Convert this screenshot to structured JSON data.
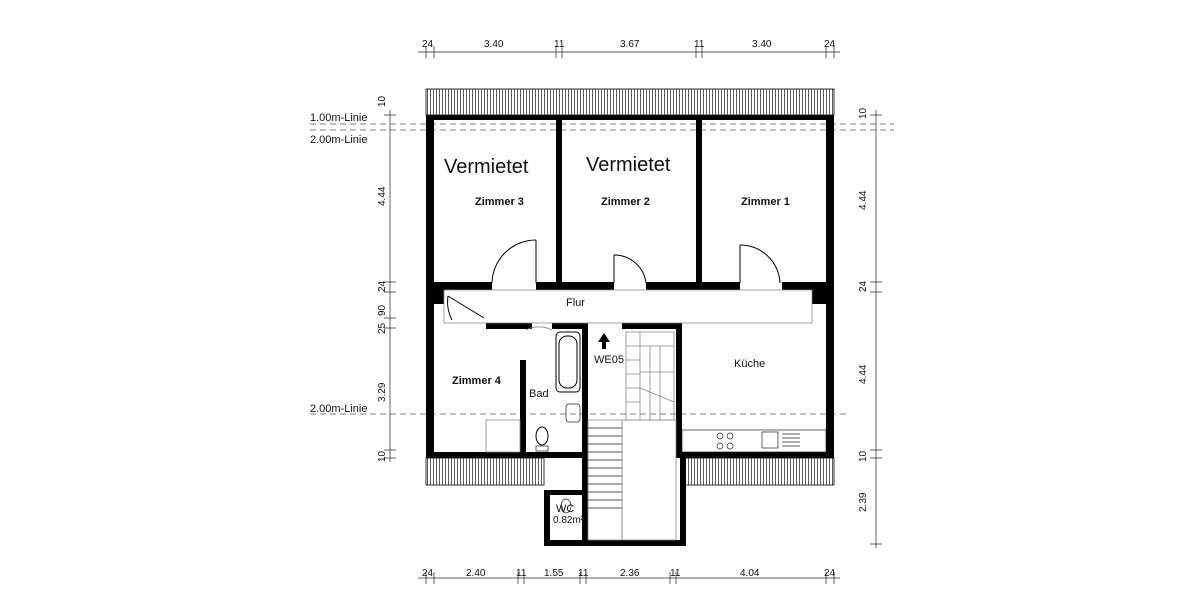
{
  "dimensions": {
    "top": [
      "24",
      "3.40",
      "11",
      "3.67",
      "11",
      "3.40",
      "24"
    ],
    "bottom": [
      "24",
      "2.40",
      "11",
      "1.55",
      "11",
      "2.36",
      "11",
      "4.04",
      "24"
    ],
    "left": [
      "10",
      "4.44",
      "24",
      "90",
      "25",
      "3.29",
      "10"
    ],
    "right": [
      "10",
      "4.44",
      "24",
      "4.44",
      "10",
      "2.39"
    ]
  },
  "lines": {
    "line_1m": "1.00m-Linie",
    "line_2m_top": "2.00m-Linie",
    "line_2m_bottom": "2.00m-Linie"
  },
  "rooms": {
    "zimmer3": {
      "label": "Zimmer 3",
      "status": "Vermietet"
    },
    "zimmer2": {
      "label": "Zimmer 2",
      "status": "Vermietet"
    },
    "zimmer1": {
      "label": "Zimmer 1"
    },
    "zimmer4": {
      "label": "Zimmer 4"
    },
    "flur": {
      "label": "Flur"
    },
    "bad": {
      "label": "Bad"
    },
    "kueche": {
      "label": "Küche"
    },
    "entrance": {
      "label": "WE05"
    },
    "wc": {
      "label": "WC",
      "area": "0.82m²"
    }
  }
}
